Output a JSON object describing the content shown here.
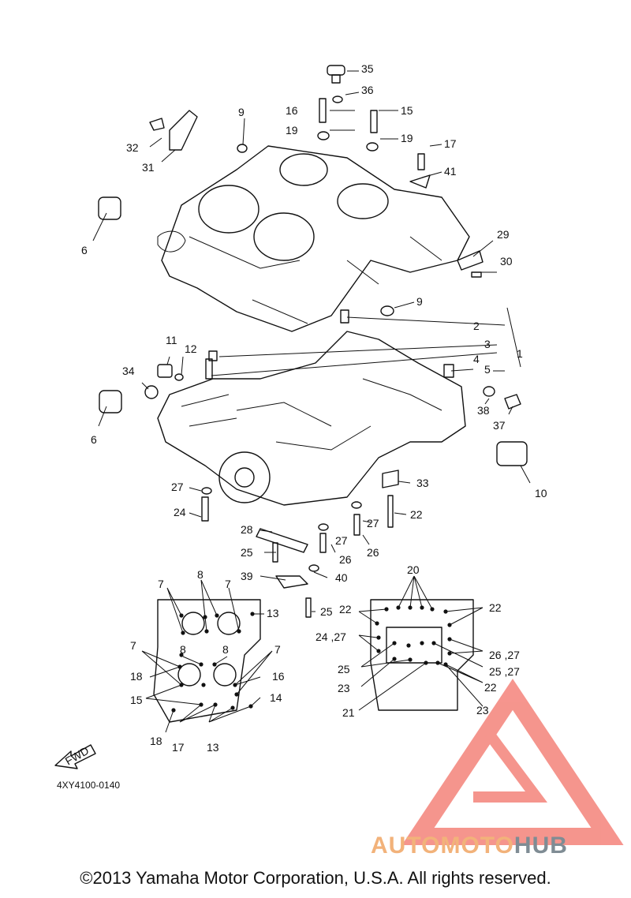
{
  "diagram": {
    "code": "4XY4100-0140",
    "fwd_label": "FWD",
    "callouts_upper": [
      "35",
      "36",
      "16",
      "15",
      "9",
      "19",
      "19",
      "17",
      "41",
      "32",
      "31",
      "6",
      "29",
      "30",
      "9",
      "2",
      "3",
      "1",
      "4",
      "5",
      "11",
      "12",
      "34",
      "38",
      "37",
      "6",
      "10",
      "27",
      "33",
      "24",
      "22",
      "27",
      "28",
      "27",
      "26",
      "25",
      "26",
      "39",
      "40",
      "25"
    ],
    "callouts_lower_left": [
      "7",
      "8",
      "7",
      "13",
      "7",
      "8",
      "8",
      "7",
      "18",
      "16",
      "15",
      "14",
      "18",
      "17",
      "13"
    ],
    "callouts_lower_right": [
      "20",
      "22",
      "22",
      "24 ,27",
      "26 ,27",
      "25",
      "25 ,27",
      "23",
      "22",
      "21",
      "23"
    ]
  },
  "watermark": {
    "part1": "AUTOMOTO",
    "part2": "HUB",
    "color1": "#f2b27a",
    "color2": "#7f8c94",
    "logo_color": "#f4837a"
  },
  "footer": {
    "copyright": "©2013 Yamaha Motor Corporation, U.S.A. All rights reserved."
  }
}
